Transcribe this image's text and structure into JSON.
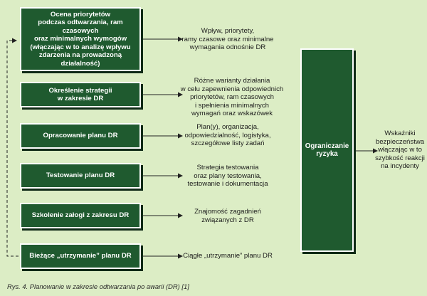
{
  "steps": [
    {
      "box": "Ocena priorytetów\npodczas odtwarzania, ram czasowych\noraz minimalnych wymogów\n(włączając w to analizę wpływu\nzdarzenia na prowadzoną działalność)",
      "output": "Wpływ, priorytety,\nramy czasowe oraz minimalne\nwymagania odnośnie DR"
    },
    {
      "box": "Określenie strategii\nw zakresie DR",
      "output": "Różne warianty działania\nw celu zapewnienia odpowiednich\npriorytetów, ram czasowych\ni spełnienia minimalnych\nwymagań oraz wskazówek"
    },
    {
      "box": "Opracowanie planu DR",
      "output": "Plan(y), organizacja,\nodpowiedzialność, logistyka,\nszczegółowe listy zadań"
    },
    {
      "box": "Testowanie planu DR",
      "output": "Strategia testowania\noraz plany testowania,\ntestowanie i dokumentacja"
    },
    {
      "box": "Szkolenie załogi z zakresu DR",
      "output": "Znajomość zagadnień\nzwiązanych z DR"
    },
    {
      "box": "Bieżące „utrzymanie” planu DR",
      "output": "Ciągłe „utrzymanie” planu DR"
    }
  ],
  "risk_block": "Ograniczanie\nryzyka",
  "result": "Wskaźniki\nbezpieczeństwa\nwłączając w to\nszybkość reakcji\nna incydenty",
  "caption": "Rys. 4. Planowanie w zakresie odtwarzania po awarii (DR) [1]"
}
